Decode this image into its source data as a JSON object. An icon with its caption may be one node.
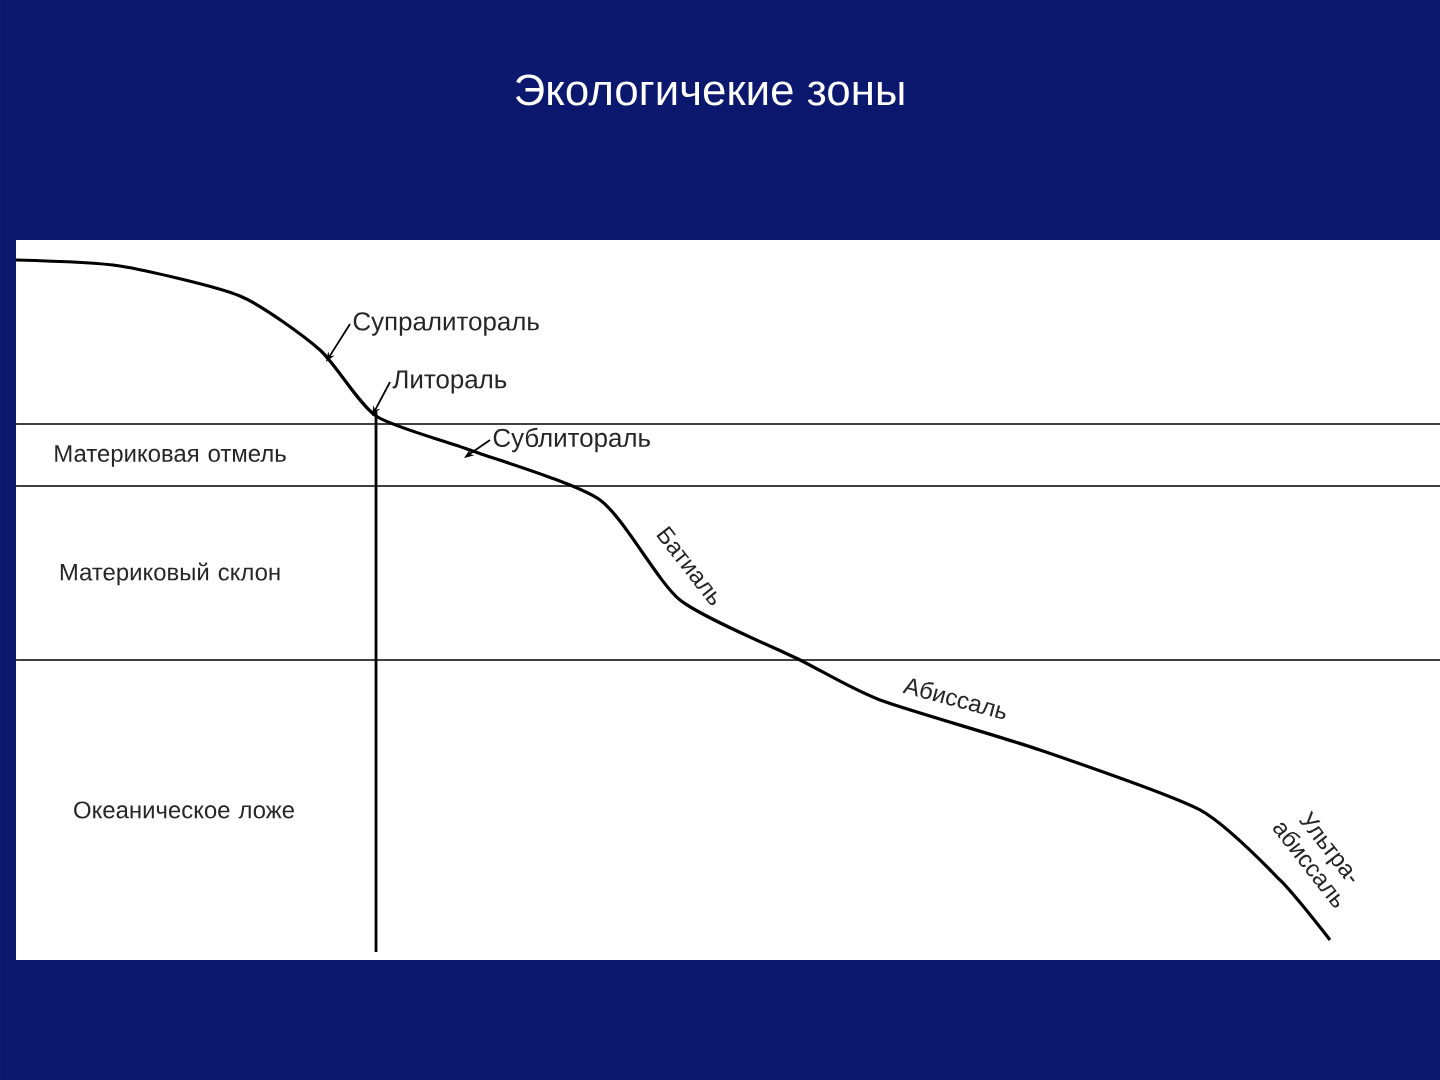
{
  "diagram": {
    "title": "Экологичекие зоны",
    "nodes": [
      {
        "text": [
          "Супралитораль"
        ]
      },
      {
        "text": [
          "Литораль"
        ]
      },
      {
        "text": [
          "Сублитораль"
        ]
      }
    ],
    "edges": [
      {
        "from": 0,
        "to": null,
        "arrow": "to"
      },
      {
        "from": 1,
        "to": null,
        "arrow": "to"
      },
      {
        "from": 2,
        "to": null,
        "arrow": "to"
      }
    ],
    "labels": [
      "Материковая отмель",
      "Материковый склон",
      "Океаническое ложе",
      "Батиаль",
      "Абиссаль",
      "Ультра- абиссаль"
    ]
  }
}
